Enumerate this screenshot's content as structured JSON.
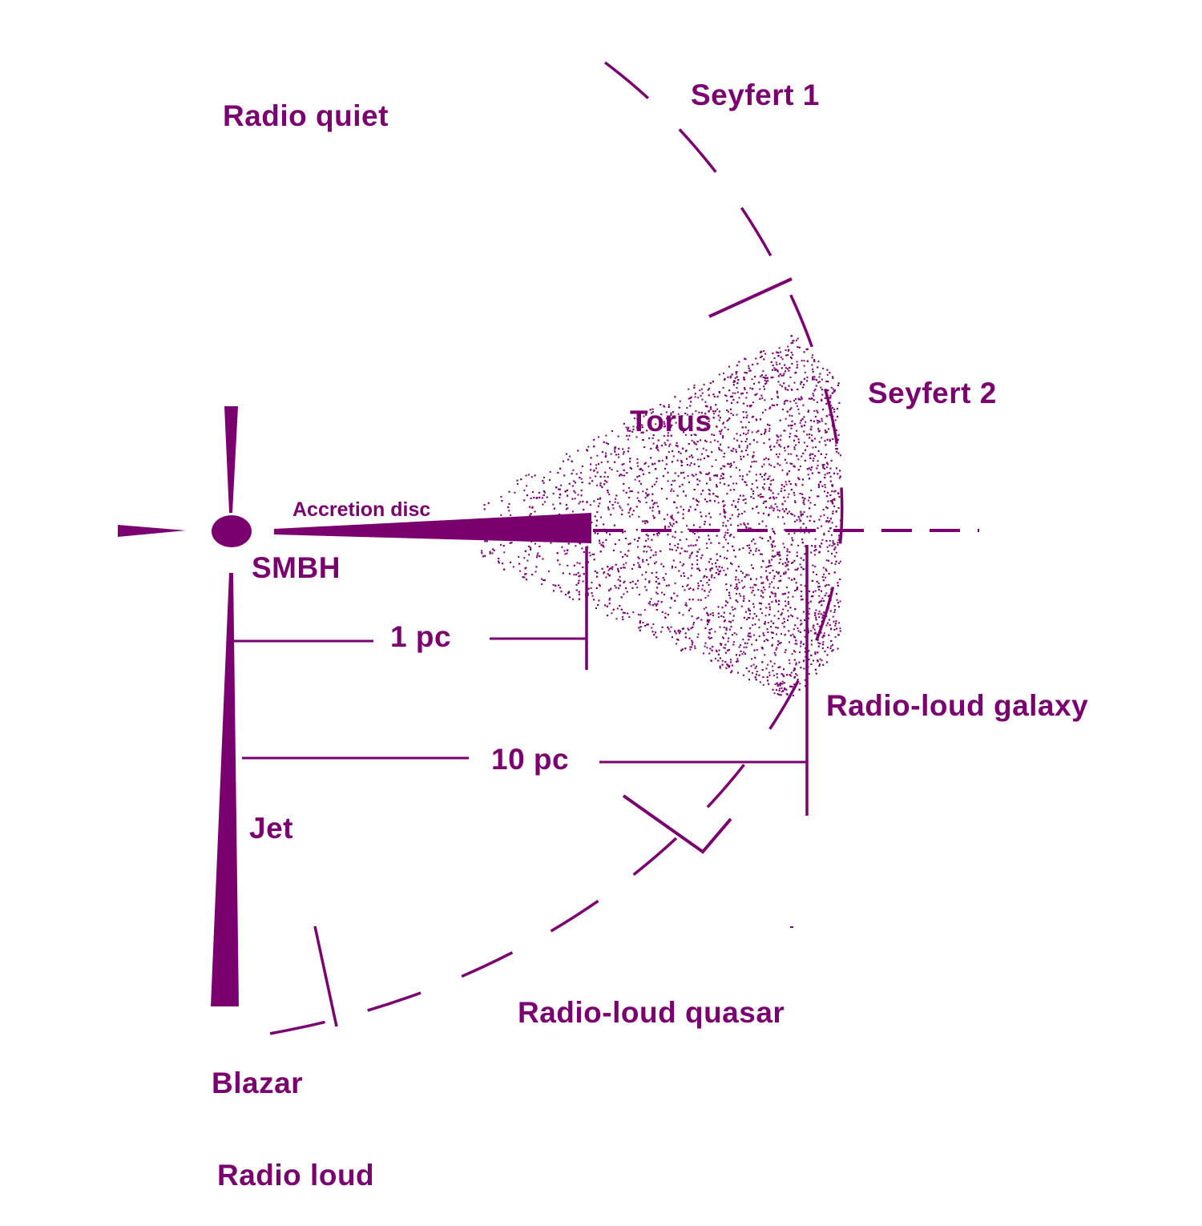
{
  "colors": {
    "ink": "#7a0070",
    "background": "#ffffff"
  },
  "labels": {
    "radio_quiet": "Radio quiet",
    "seyfert_1": "Seyfert 1",
    "seyfert_2": "Seyfert 2",
    "torus": "Torus",
    "accretion_disc": "Accretion disc",
    "smbh": "SMBH",
    "one_pc": "1 pc",
    "ten_pc": "10 pc",
    "radio_loud_galaxy": "Radio-loud galaxy",
    "jet": "Jet",
    "radio_loud_quasar": "Radio-loud quasar",
    "blazar": "Blazar",
    "radio_loud": "Radio loud"
  }
}
